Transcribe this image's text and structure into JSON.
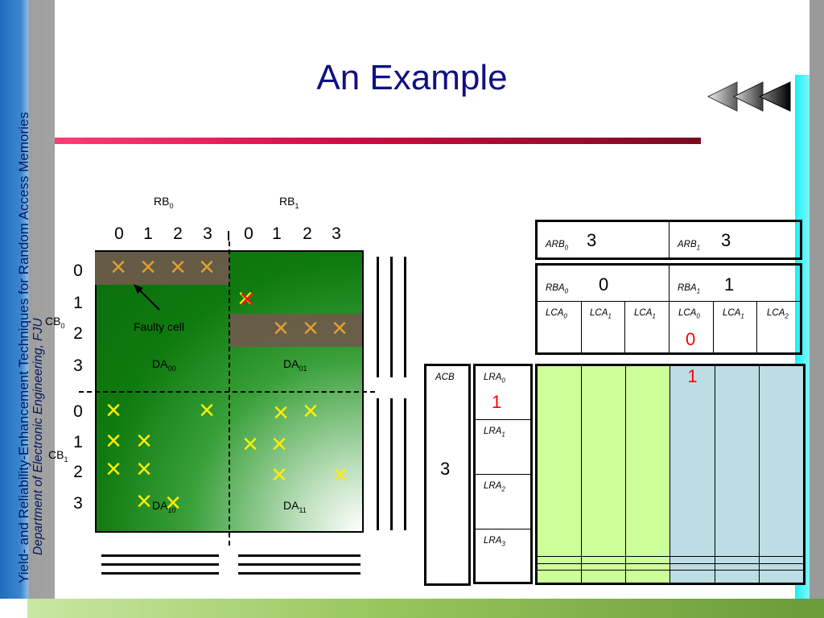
{
  "slide": {
    "title": "An Example",
    "sidebar_title": "Yield- and Reliability-Enhancement Techniques for Random Access Memories",
    "sidebar_subtitle": "Department of Electronic Engineering, FJU"
  },
  "colors": {
    "title": "#101086",
    "accent_rule": "#d20a45",
    "array_green": "#0a6e0a",
    "highlight_row": "#6e5a4b",
    "fault_orange": "#e0a030",
    "fault_yellow": "#ffee00",
    "fault_red": "#ff1010",
    "table_green": "#ccff99",
    "table_blue": "#bcdde3"
  },
  "array": {
    "rb_labels": [
      {
        "base": "RB",
        "sub": "0"
      },
      {
        "base": "RB",
        "sub": "1"
      }
    ],
    "col_indices": [
      "0",
      "1",
      "2",
      "3",
      "0",
      "1",
      "2",
      "3"
    ],
    "row_indices": [
      "0",
      "1",
      "2",
      "3",
      "0",
      "1",
      "2",
      "3"
    ],
    "cb_labels": [
      {
        "base": "CB",
        "sub": "0"
      },
      {
        "base": "CB",
        "sub": "1"
      }
    ],
    "blocks": [
      {
        "base": "DA",
        "sub": "00"
      },
      {
        "base": "DA",
        "sub": "01"
      },
      {
        "base": "DA",
        "sub": "10"
      },
      {
        "base": "DA",
        "sub": "11"
      }
    ],
    "faulty_label": "Faulty cell",
    "fault_glyph": "×"
  },
  "arb_table": {
    "cells": [
      {
        "base": "ARB",
        "sub": "0",
        "value": "3"
      },
      {
        "base": "ARB",
        "sub": "1",
        "value": "3"
      }
    ]
  },
  "rba_table": {
    "rba": [
      {
        "base": "RBA",
        "sub": "0",
        "value": "0"
      },
      {
        "base": "RBA",
        "sub": "1",
        "value": "1"
      }
    ],
    "lca": [
      {
        "base": "LCA",
        "sub": "0",
        "value": ""
      },
      {
        "base": "LCA",
        "sub": "1",
        "value": ""
      },
      {
        "base": "LCA",
        "sub": "1",
        "value": ""
      },
      {
        "base": "LCA",
        "sub": "0",
        "value": "0"
      },
      {
        "base": "LCA",
        "sub": "1",
        "value": ""
      },
      {
        "base": "LCA",
        "sub": "2",
        "value": ""
      }
    ]
  },
  "acb_table": {
    "label": "ACB",
    "value": "3"
  },
  "lra_table": {
    "rows": [
      {
        "base": "LRA",
        "sub": "0",
        "value": "1"
      },
      {
        "base": "LRA",
        "sub": "1",
        "value": ""
      },
      {
        "base": "LRA",
        "sub": "2",
        "value": ""
      },
      {
        "base": "LRA",
        "sub": "3",
        "value": ""
      }
    ]
  },
  "grid": {
    "marked_value": "1"
  }
}
